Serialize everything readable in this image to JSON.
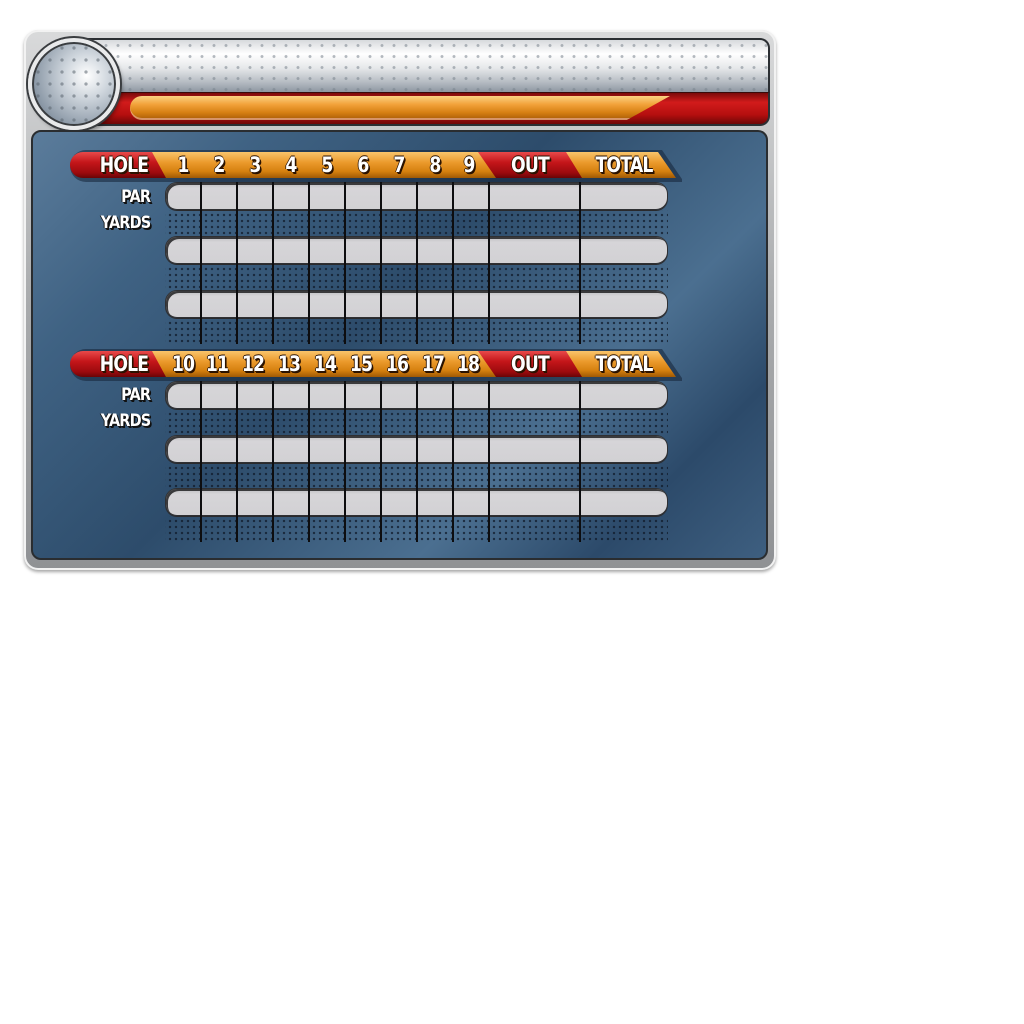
{
  "window": {
    "title_bar_text": "",
    "badge_icon": "golf-ball-icon",
    "colors": {
      "frame": "#a9abad",
      "panel_blue": "#3f6283",
      "header_red": "#c4161a",
      "header_orange": "#eb9a2c",
      "cell_fill": "#d2d1d4"
    }
  },
  "front_nine": {
    "hole_label": "HOLE",
    "holes": [
      "1",
      "2",
      "3",
      "4",
      "5",
      "6",
      "7",
      "8",
      "9"
    ],
    "out_label": "OUT",
    "total_label": "TOTAL",
    "row_labels": [
      "PAR",
      "YARDS"
    ],
    "rows": [
      {
        "cells": [
          "",
          "",
          "",
          "",
          "",
          "",
          "",
          "",
          "",
          "",
          ""
        ]
      },
      {
        "cells": [
          "",
          "",
          "",
          "",
          "",
          "",
          "",
          "",
          "",
          "",
          ""
        ]
      },
      {
        "cells": [
          "",
          "",
          "",
          "",
          "",
          "",
          "",
          "",
          "",
          "",
          ""
        ]
      }
    ]
  },
  "back_nine": {
    "hole_label": "HOLE",
    "holes": [
      "10",
      "11",
      "12",
      "13",
      "14",
      "15",
      "16",
      "17",
      "18"
    ],
    "out_label": "OUT",
    "total_label": "TOTAL",
    "row_labels": [
      "PAR",
      "YARDS"
    ],
    "rows": [
      {
        "cells": [
          "",
          "",
          "",
          "",
          "",
          "",
          "",
          "",
          "",
          "",
          ""
        ]
      },
      {
        "cells": [
          "",
          "",
          "",
          "",
          "",
          "",
          "",
          "",
          "",
          "",
          ""
        ]
      },
      {
        "cells": [
          "",
          "",
          "",
          "",
          "",
          "",
          "",
          "",
          "",
          "",
          ""
        ]
      }
    ]
  }
}
